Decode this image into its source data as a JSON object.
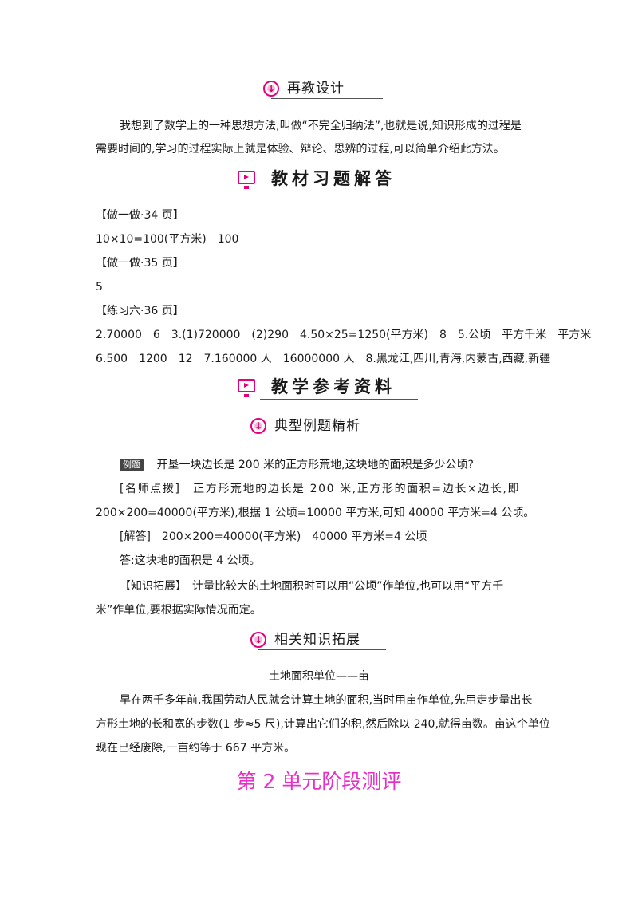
{
  "sections": {
    "redesign": {
      "title": "再教设计"
    },
    "textbook": {
      "title": "教材习题解答"
    },
    "reference": {
      "title": "教学参考资料"
    },
    "example": {
      "title": "典型例题精析"
    },
    "knowledge": {
      "title": "相关知识拓展"
    }
  },
  "redesign_text": {
    "line1": "我想到了数学上的一种思想方法,叫做“不完全归纳法”,也就是说,知识形成的过程是",
    "line2": "需要时间的,学习的过程实际上就是体验、辩论、思辨的过程,可以简单介绍此方法。"
  },
  "answers": {
    "h1": "【做一做·34 页】",
    "a1": "10×10=100(平方米)　100",
    "h2": "【做一做·35 页】",
    "a2": "5",
    "h3": "【练习六·36 页】",
    "a3_line1": "2.70000　6　3.(1)720000　(2)290　4.50×25=1250(平方米)　8　5.公顷　平方千米　平方米",
    "a3_line2": "6.500　1200　12　7.160000 人　16000000 人　8.黑龙江,四川,青海,内蒙古,西藏,新疆"
  },
  "example": {
    "tag": "例题",
    "question": "开垦一块边长是 200 米的正方形荒地,这块地的面积是多少公顷?",
    "tip_line1": "[名师点拨]　正方形荒地的边长是 200 米,正方形的面积=边长×边长,即",
    "tip_line2": "200×200=40000(平方米),根据 1 公顷=10000 平方米,可知 40000 平方米=4 公顷。",
    "solution": "[解答]　200×200=40000(平方米)　40000 平方米=4 公顷",
    "answer": "答:这块地的面积是 4 公顷。",
    "ext_line1": "【知识拓展】　计量比较大的土地面积时可以用“公顷”作单位,也可以用“平方千",
    "ext_line2": "米”作单位,要根据实际情况而定。"
  },
  "knowledge": {
    "subtitle": "土地面积单位——亩",
    "line1": "早在两千多年前,我国劳动人民就会计算土地的面积,当时用亩作单位,先用走步量出长",
    "line2": "方形土地的长和宽的步数(1 步≈5 尺),计算出它们的积,然后除以 240,就得亩数。亩这个单位",
    "line3": "现在已经废除,一亩约等于 667 平方米。"
  },
  "unit_title": "第 2 单元阶段测评",
  "colors": {
    "accent": "#e4007f",
    "unit_title": "#e82fc9"
  }
}
